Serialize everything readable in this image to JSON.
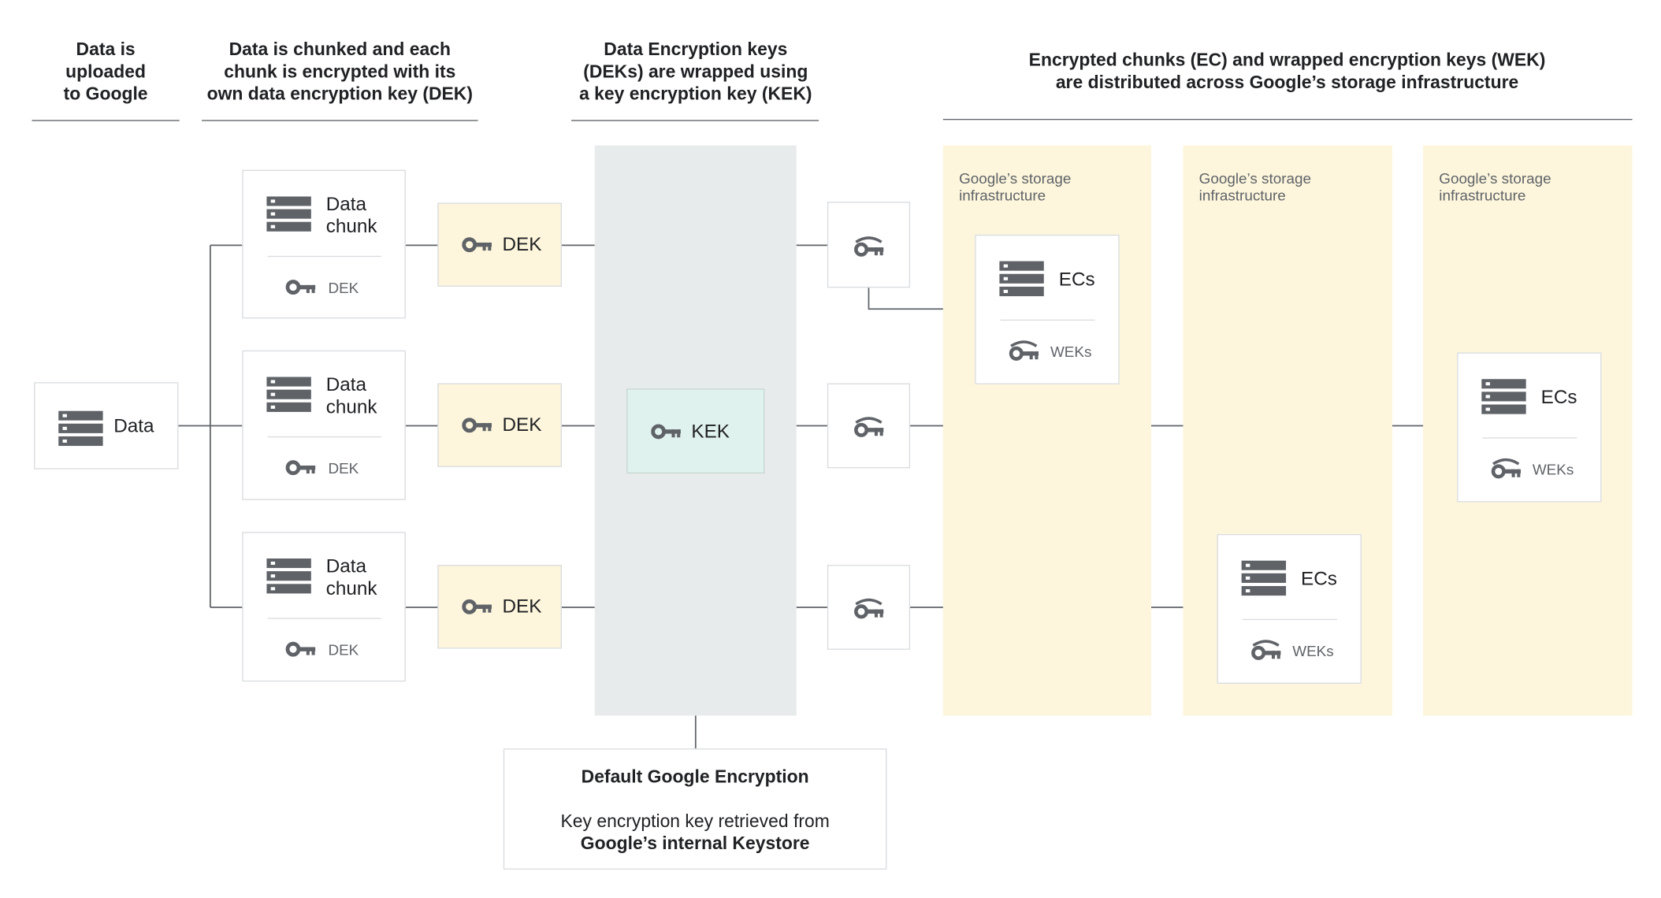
{
  "headers": {
    "upload": "Data is\nuploaded\nto Google",
    "chunked": "Data is chunked and each\nchunk is encrypted with its\nown data encryption key (DEK)",
    "wrapped": "Data Encryption keys\n(DEKs) are wrapped using\na key encryption key (KEK)",
    "distributed": "Encrypted chunks (EC) and wrapped encryption keys (WEK)\nare distributed across Google’s storage infrastructure"
  },
  "data_box": {
    "label": "Data"
  },
  "chunks": [
    {
      "label": "Data\nchunk",
      "key_label": "DEK"
    },
    {
      "label": "Data\nchunk",
      "key_label": "DEK"
    },
    {
      "label": "Data\nchunk",
      "key_label": "DEK"
    }
  ],
  "deks": [
    {
      "label": "DEK"
    },
    {
      "label": "DEK"
    },
    {
      "label": "DEK"
    }
  ],
  "kek": {
    "label": "KEK"
  },
  "storage_columns": [
    {
      "label": "Google’s storage\ninfrastructure"
    },
    {
      "label": "Google’s storage\ninfrastructure"
    },
    {
      "label": "Google’s storage\ninfrastructure"
    }
  ],
  "ec_boxes": [
    {
      "label": "ECs",
      "key_label": "WEKs"
    },
    {
      "label": "ECs",
      "key_label": "WEKs"
    },
    {
      "label": "ECs",
      "key_label": "WEKs"
    }
  ],
  "bottom": {
    "title": "Default Google Encryption",
    "line1": "Key encryption key retrieved from",
    "line2": "Google’s internal Keystore"
  },
  "colors": {
    "line": "#5f6368",
    "icon": "#5f6368",
    "kek_column": "#e8ebeb",
    "storage_column": "#fdf6dc",
    "dek_box": "#fdf6dc",
    "kek_box": "#e0f2ee"
  }
}
